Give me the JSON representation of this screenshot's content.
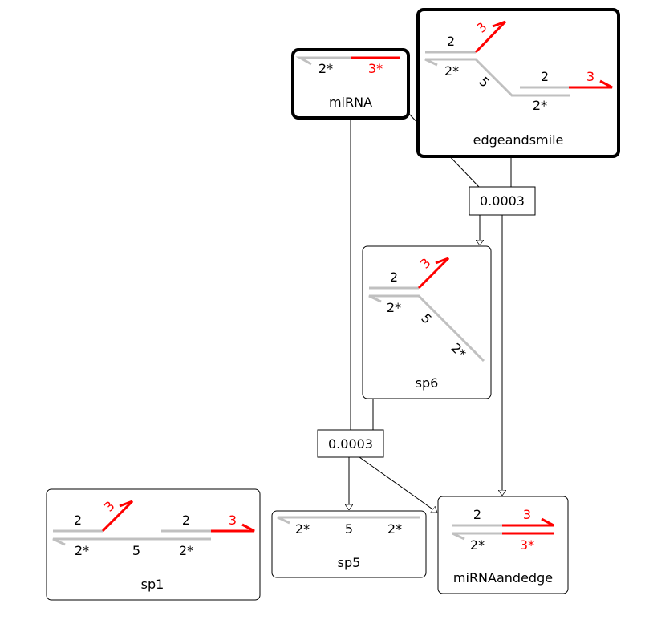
{
  "colors": {
    "grey_strand": "#c0c0c0",
    "red_strand": "#ff0000",
    "text": "#000000",
    "red_text": "#ff0000",
    "border": "#000000",
    "background": "#ffffff"
  },
  "nodes": [
    {
      "id": "miRNA",
      "label": "miRNA",
      "highlighted": true,
      "domains": [
        {
          "text": "2*",
          "color": "black"
        },
        {
          "text": "3*",
          "color": "red"
        }
      ]
    },
    {
      "id": "edgeandsmile",
      "label": "edgeandsmile",
      "highlighted": true,
      "domains": [
        {
          "text": "2",
          "color": "black"
        },
        {
          "text": "3",
          "color": "red"
        },
        {
          "text": "2*",
          "color": "black"
        },
        {
          "text": "5",
          "color": "black"
        },
        {
          "text": "2",
          "color": "black"
        },
        {
          "text": "3",
          "color": "red"
        },
        {
          "text": "2*",
          "color": "black"
        }
      ]
    },
    {
      "id": "sp6",
      "label": "sp6",
      "highlighted": false,
      "domains": [
        {
          "text": "2",
          "color": "black"
        },
        {
          "text": "3",
          "color": "red"
        },
        {
          "text": "2*",
          "color": "black"
        },
        {
          "text": "5",
          "color": "black"
        },
        {
          "text": "2*",
          "color": "black"
        }
      ]
    },
    {
      "id": "sp1",
      "label": "sp1",
      "highlighted": false,
      "domains": [
        {
          "text": "2",
          "color": "black"
        },
        {
          "text": "3",
          "color": "red"
        },
        {
          "text": "2",
          "color": "black"
        },
        {
          "text": "3",
          "color": "red"
        },
        {
          "text": "2*",
          "color": "black"
        },
        {
          "text": "5",
          "color": "black"
        },
        {
          "text": "2*",
          "color": "black"
        }
      ]
    },
    {
      "id": "sp5",
      "label": "sp5",
      "highlighted": false,
      "domains": [
        {
          "text": "2*",
          "color": "black"
        },
        {
          "text": "5",
          "color": "black"
        },
        {
          "text": "2*",
          "color": "black"
        }
      ]
    },
    {
      "id": "miRNAandedge",
      "label": "miRNAandedge",
      "highlighted": false,
      "domains": [
        {
          "text": "2",
          "color": "black"
        },
        {
          "text": "3",
          "color": "red"
        },
        {
          "text": "2*",
          "color": "black"
        },
        {
          "text": "3*",
          "color": "red"
        }
      ]
    }
  ],
  "reactions": [
    {
      "id": "r1",
      "rate": "0.0003",
      "reactants": [
        "miRNA",
        "edgeandsmile"
      ],
      "products": [
        "sp6",
        "miRNAandedge"
      ]
    },
    {
      "id": "r2",
      "rate": "0.0003",
      "reactants": [
        "miRNA",
        "sp6"
      ],
      "products": [
        "sp5",
        "miRNAandedge"
      ]
    }
  ]
}
